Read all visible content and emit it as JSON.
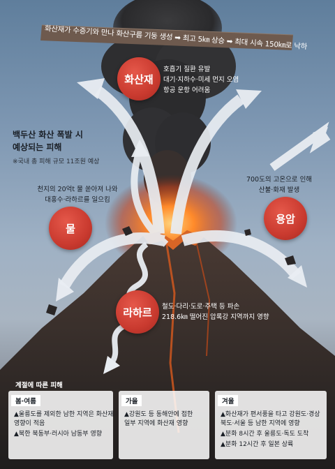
{
  "banner": {
    "text": "화산재가 수증기와 만나 화산구름 기둥 생성 ➡ 최고 5㎞ 상승 ➡ 최대 시속 150㎞로 낙하"
  },
  "title": {
    "line1": "백두산 화산 폭발 시",
    "line2": "예상되는 피해",
    "note": "※국내 총 피해 규모 11조원 예상"
  },
  "hazards": [
    {
      "name": "화산재",
      "desc": [
        "호흡기 질환 유발",
        "대기·지하수·미세 먼지 오염",
        "항공 운항 어려움"
      ]
    },
    {
      "name": "물",
      "desc": [
        "천지의 20억t 물 쏟아져 나와",
        "대홍수·라하르를 일으킴"
      ]
    },
    {
      "name": "용암",
      "desc": [
        "700도의 고온으로 인해",
        "산불·화재 발생"
      ]
    },
    {
      "name": "라하르",
      "desc": [
        "철도·다리·도로·주택 등 파손",
        "218.6㎞ 떨어진 압록강 지역까지 영향"
      ]
    }
  ],
  "seasons": {
    "title": "계절에 따른 피해",
    "cards": [
      {
        "label": "봄·여름",
        "items": [
          "▲울릉도를 제외한 남한 지역은 화산재",
          "  영향이 적음",
          "▲북한 북동부·러시아 남동부 영향"
        ]
      },
      {
        "label": "가을",
        "items": [
          "▲강원도 등 동해안에 접한",
          "  일부 지역에 화산재 영향"
        ]
      },
      {
        "label": "겨울",
        "items": [
          "▲화산재가 편서풍을 타고 강원도·경상",
          "  북도·서울 등 남한 지역에 영향",
          "▲분화 8시간 후 울릉도·독도 도착",
          "▲분화 12시간 후 일본 상륙"
        ]
      }
    ]
  },
  "colors": {
    "accent": "#c93a2f",
    "arrow": "#e9edf2",
    "sky": "#7f98b3"
  }
}
